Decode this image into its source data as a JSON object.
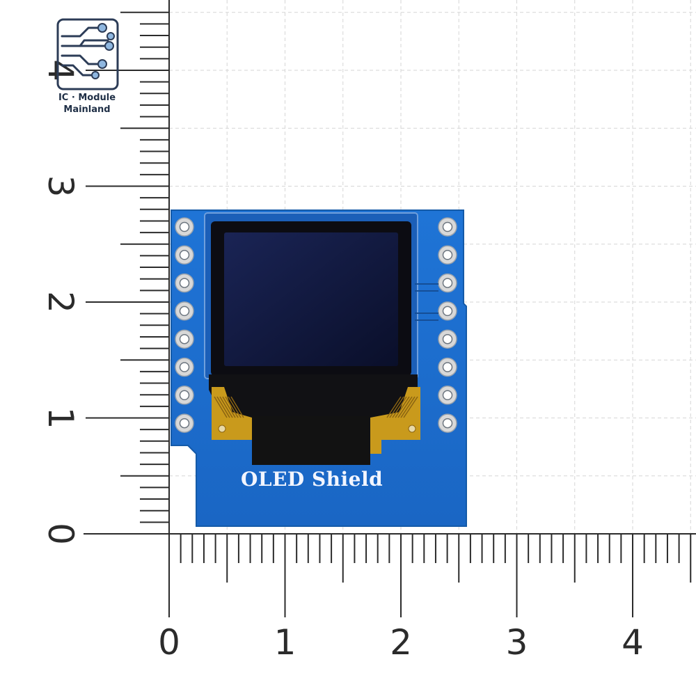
{
  "brand": {
    "line1": "IC · Module",
    "line2": "Mainland"
  },
  "board": {
    "label": "OLED Shield",
    "pins_per_side": 8,
    "colors": {
      "pcb": "#1d6fd0",
      "pcb_dark": "#155bb0",
      "screen": "#10173a",
      "screen_frame": "#0b0b10",
      "flex": "#c99a1c",
      "pad": "#d8d8d8",
      "silk": "#f2f5ff"
    }
  },
  "rulers": {
    "horizontal_labels": [
      "0",
      "1",
      "2",
      "3",
      "4"
    ],
    "vertical_labels": [
      "0",
      "1",
      "2",
      "3",
      "4"
    ],
    "subdivisions_per_unit": 10,
    "color": "#2b2b2b"
  },
  "grid": {
    "color": "#d6d6d6",
    "style": "dashed"
  }
}
